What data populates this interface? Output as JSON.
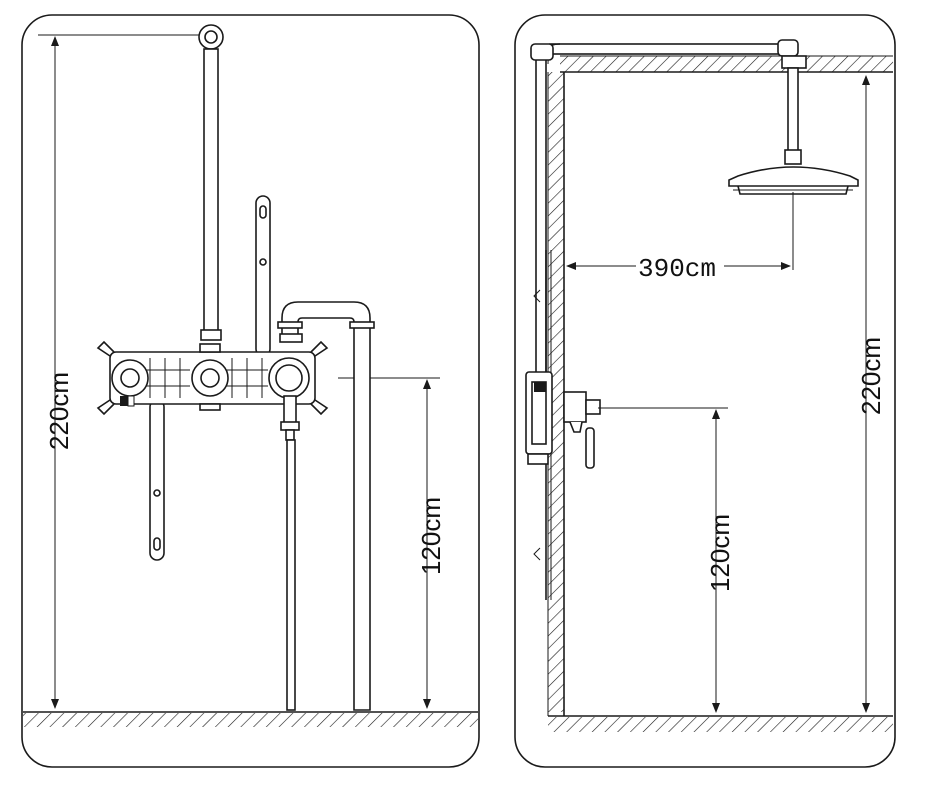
{
  "left_panel": {
    "height_total": "220cm",
    "height_valve": "120cm"
  },
  "right_panel": {
    "distance_head": "390cm",
    "height_total": "220cm",
    "height_valve": "120cm"
  },
  "colors": {
    "line": "#1a1a1a",
    "background": "#ffffff"
  }
}
